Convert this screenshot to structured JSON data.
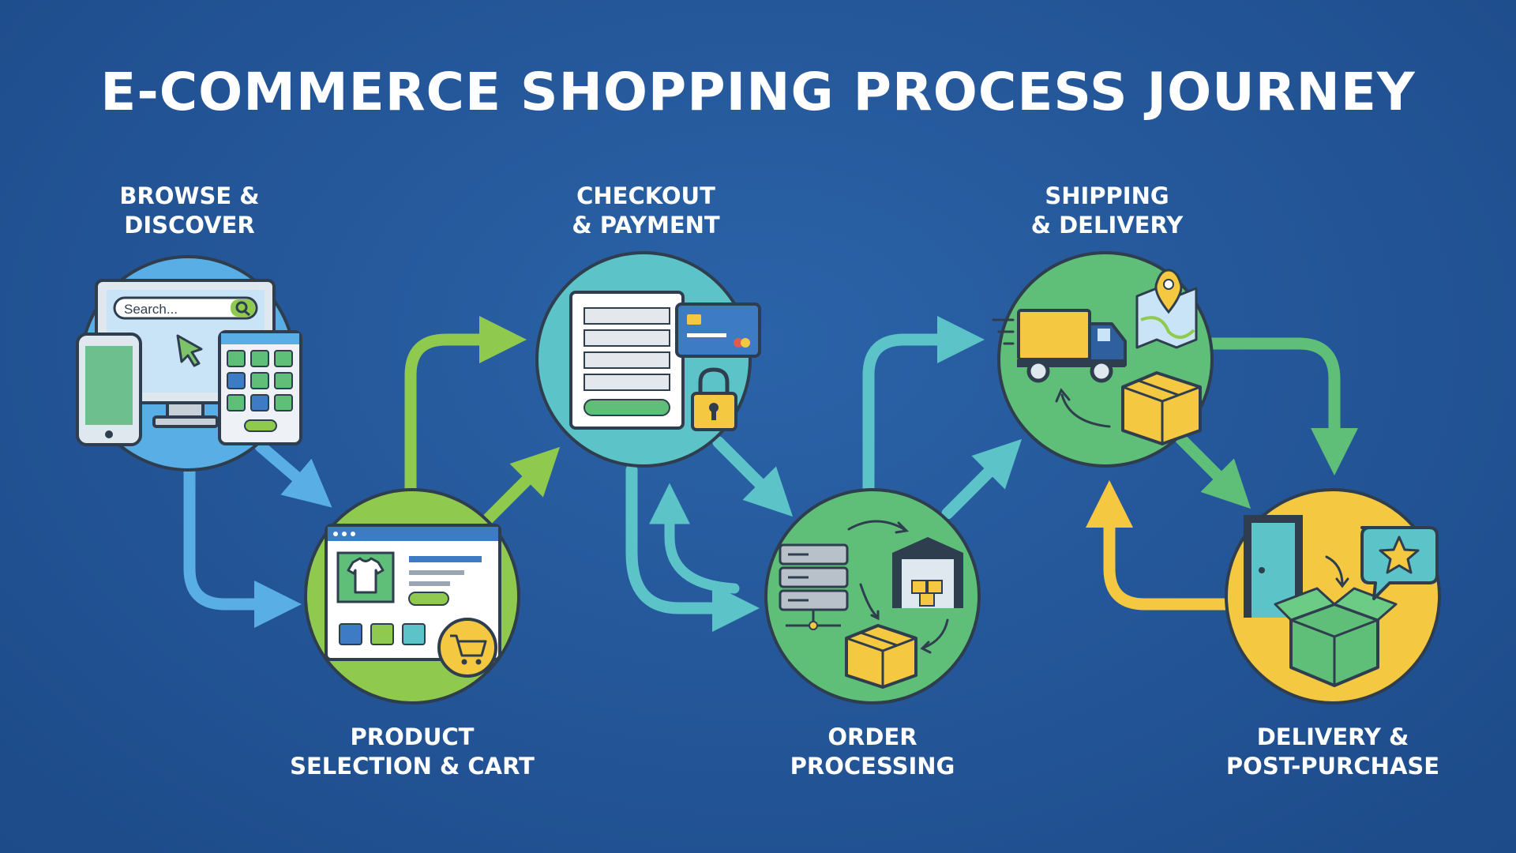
{
  "title": "E-COMMERCE SHOPPING PROCESS JOURNEY",
  "stages": [
    {
      "id": "browse",
      "line1": "BROWSE &",
      "line2": "DISCOVER"
    },
    {
      "id": "select",
      "line1": "PRODUCT",
      "line2": "SELECTION & CART"
    },
    {
      "id": "checkout",
      "line1": "CHECKOUT",
      "line2": "& PAYMENT"
    },
    {
      "id": "processing",
      "line1": "ORDER",
      "line2": "PROCESSING"
    },
    {
      "id": "shipping",
      "line1": "SHIPPING",
      "line2": "& DELIVERY"
    },
    {
      "id": "post",
      "line1": "DELIVERY &",
      "line2": "POST-PURCHASE"
    }
  ],
  "search_placeholder": "Search...",
  "colors": {
    "background": "#235597",
    "blue": "#5aaee6",
    "lime": "#8fca4e",
    "teal": "#5cc4c8",
    "green": "#5fbf78",
    "yellow": "#f5c842",
    "outline": "#2f3e4e"
  },
  "icons": {
    "browse": [
      "desktop-monitor-icon",
      "search-bar-icon",
      "cursor-icon",
      "phone-icon",
      "tablet-grid-icon"
    ],
    "select": [
      "browser-window-icon",
      "tshirt-icon",
      "shopping-cart-icon"
    ],
    "checkout": [
      "form-icon",
      "credit-card-icon",
      "padlock-icon"
    ],
    "processing": [
      "server-stack-icon",
      "warehouse-icon",
      "package-box-icon"
    ],
    "shipping": [
      "delivery-truck-icon",
      "map-pin-icon",
      "package-box-icon"
    ],
    "post": [
      "door-icon",
      "open-box-icon",
      "star-review-icon"
    ]
  }
}
